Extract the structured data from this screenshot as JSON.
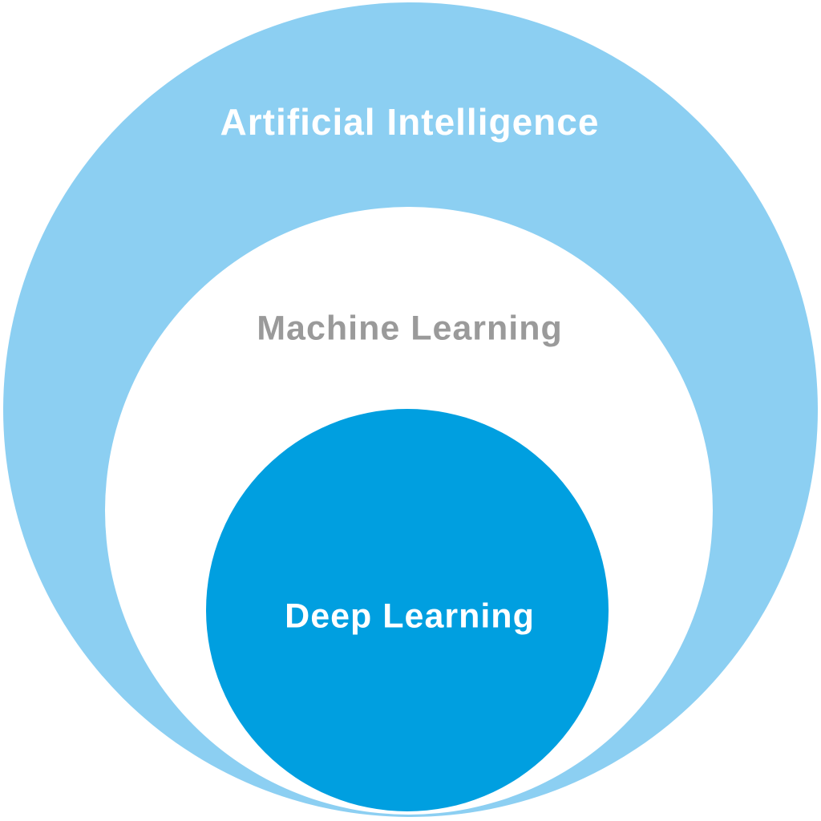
{
  "diagram": {
    "type": "nested-circles",
    "background_color": "#FFFFFF",
    "circles": [
      {
        "label": "Artificial Intelligence",
        "fill_color": "#8CCFF2",
        "label_color": "#FFFFFF",
        "level": 1
      },
      {
        "label": "Machine Learning",
        "fill_color": "#FFFFFF",
        "label_color": "#9A9A9A",
        "level": 2
      },
      {
        "label": "Deep Learning",
        "fill_color": "#009FE0",
        "label_color": "#FFFFFF",
        "level": 3
      }
    ]
  }
}
